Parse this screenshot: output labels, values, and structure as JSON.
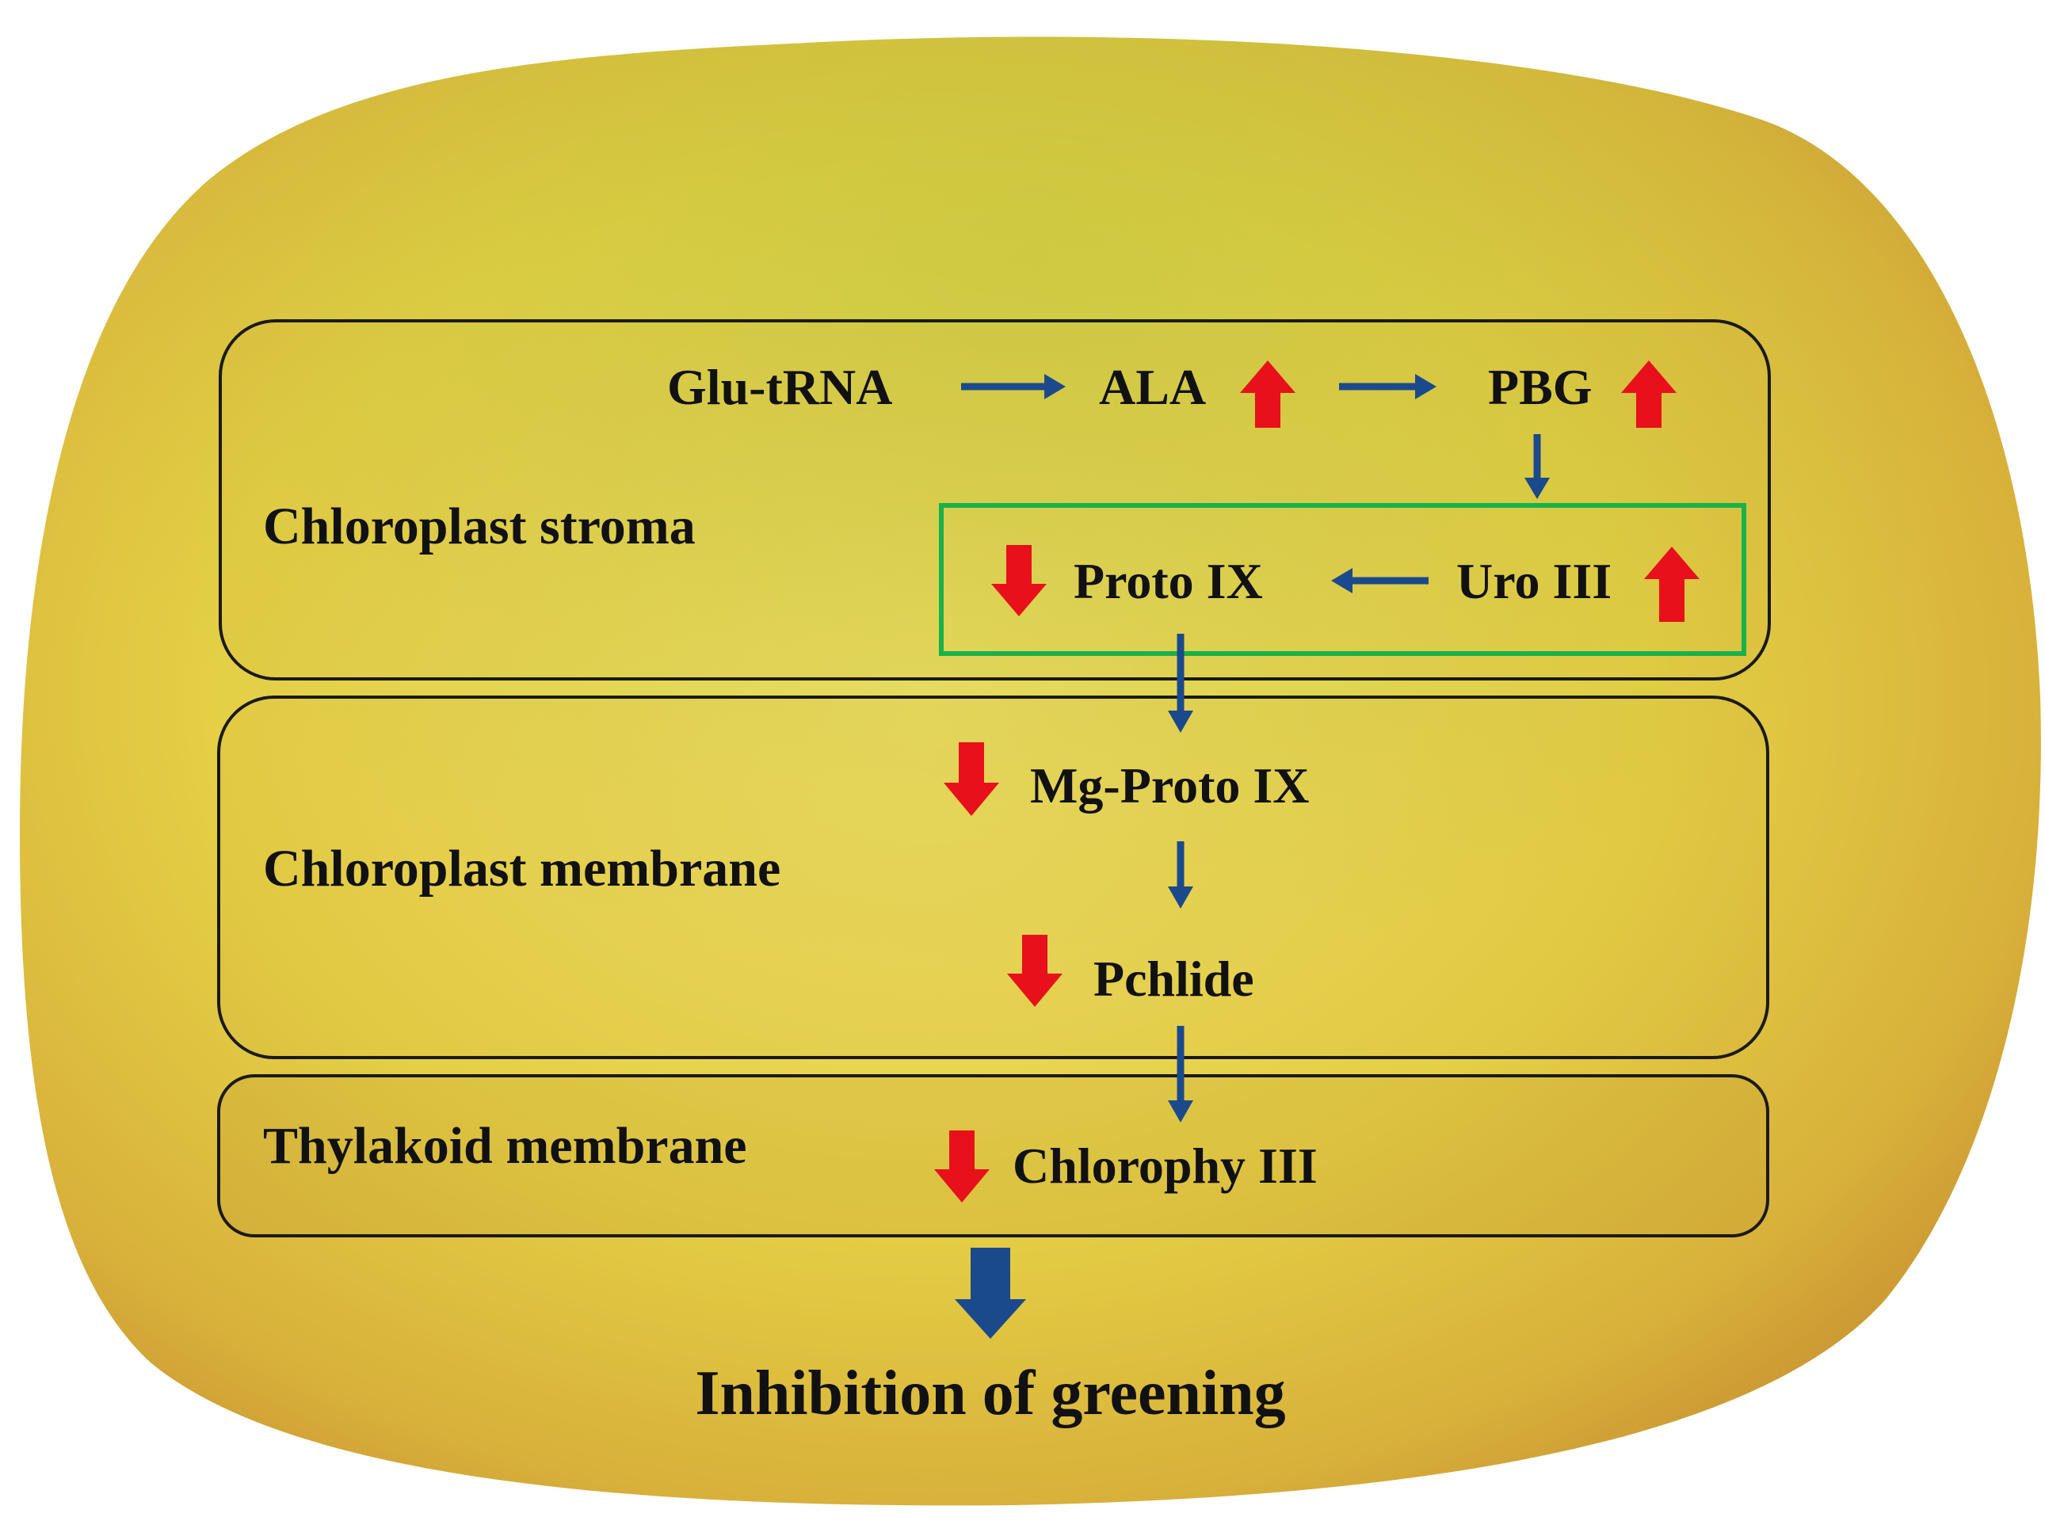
{
  "compartments": {
    "stroma": "Chloroplast stroma",
    "membrane": "Chloroplast membrane",
    "thylakoid": "Thylakoid membrane"
  },
  "metabolites": {
    "glu_trna": "Glu-tRNA",
    "ala": "ALA",
    "pbg": "PBG",
    "proto_ix": "Proto IX",
    "uro_iii": "Uro III",
    "mg_proto_ix": "Mg-Proto IX",
    "pchlide": "Pchlide",
    "chlorophyll": "Chlorophy III"
  },
  "regulation": {
    "ala": "up",
    "pbg": "up",
    "uro_iii": "up",
    "proto_ix": "down",
    "mg_proto_ix": "down",
    "pchlide": "down",
    "chlorophyll": "down"
  },
  "outcome": "Inhibition of greening",
  "colors": {
    "increase_arrow": "#e8101a",
    "decrease_arrow": "#e8101a",
    "flow_arrow": "#1b4a8c",
    "highlight_box": "#19b14a",
    "compartment_border": "#1a1a1a",
    "fruit_skin": "#e3cf4a"
  }
}
